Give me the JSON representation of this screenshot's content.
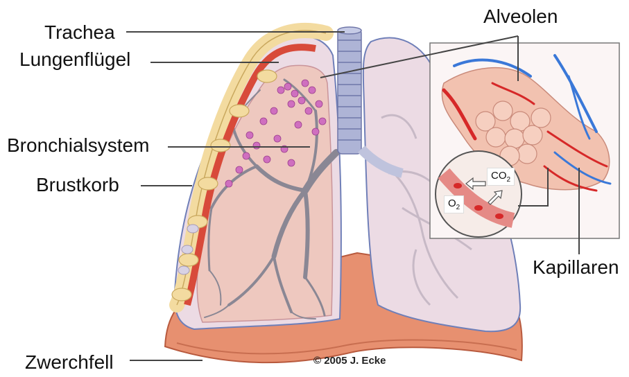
{
  "labels": {
    "trachea": "Trachea",
    "lungenfluegel": "Lungenflügel",
    "bronchialsystem": "Bronchialsystem",
    "brustkorb": "Brustkorb",
    "zwerchfell": "Zwerchfell",
    "alveolen": "Alveolen",
    "kapillaren": "Kapillaren"
  },
  "gas_exchange": {
    "co2_base": "CO",
    "co2_sub": "2",
    "o2_base": "O",
    "o2_sub": "2"
  },
  "credit": "© 2005 J. Ecke",
  "colors": {
    "leader_line": "#444444",
    "lung_fill": "#eddde6",
    "lung_inner": "#eec8bf",
    "bronchi": "#8a8794",
    "alveoli": "#cf6fbf",
    "rib_bone": "#f3dba0",
    "rib_muscle": "#d84a3a",
    "diaphragm": "#e79070",
    "trachea": "#aeb4d6",
    "artery": "#d62828",
    "vein": "#3a78d8"
  }
}
